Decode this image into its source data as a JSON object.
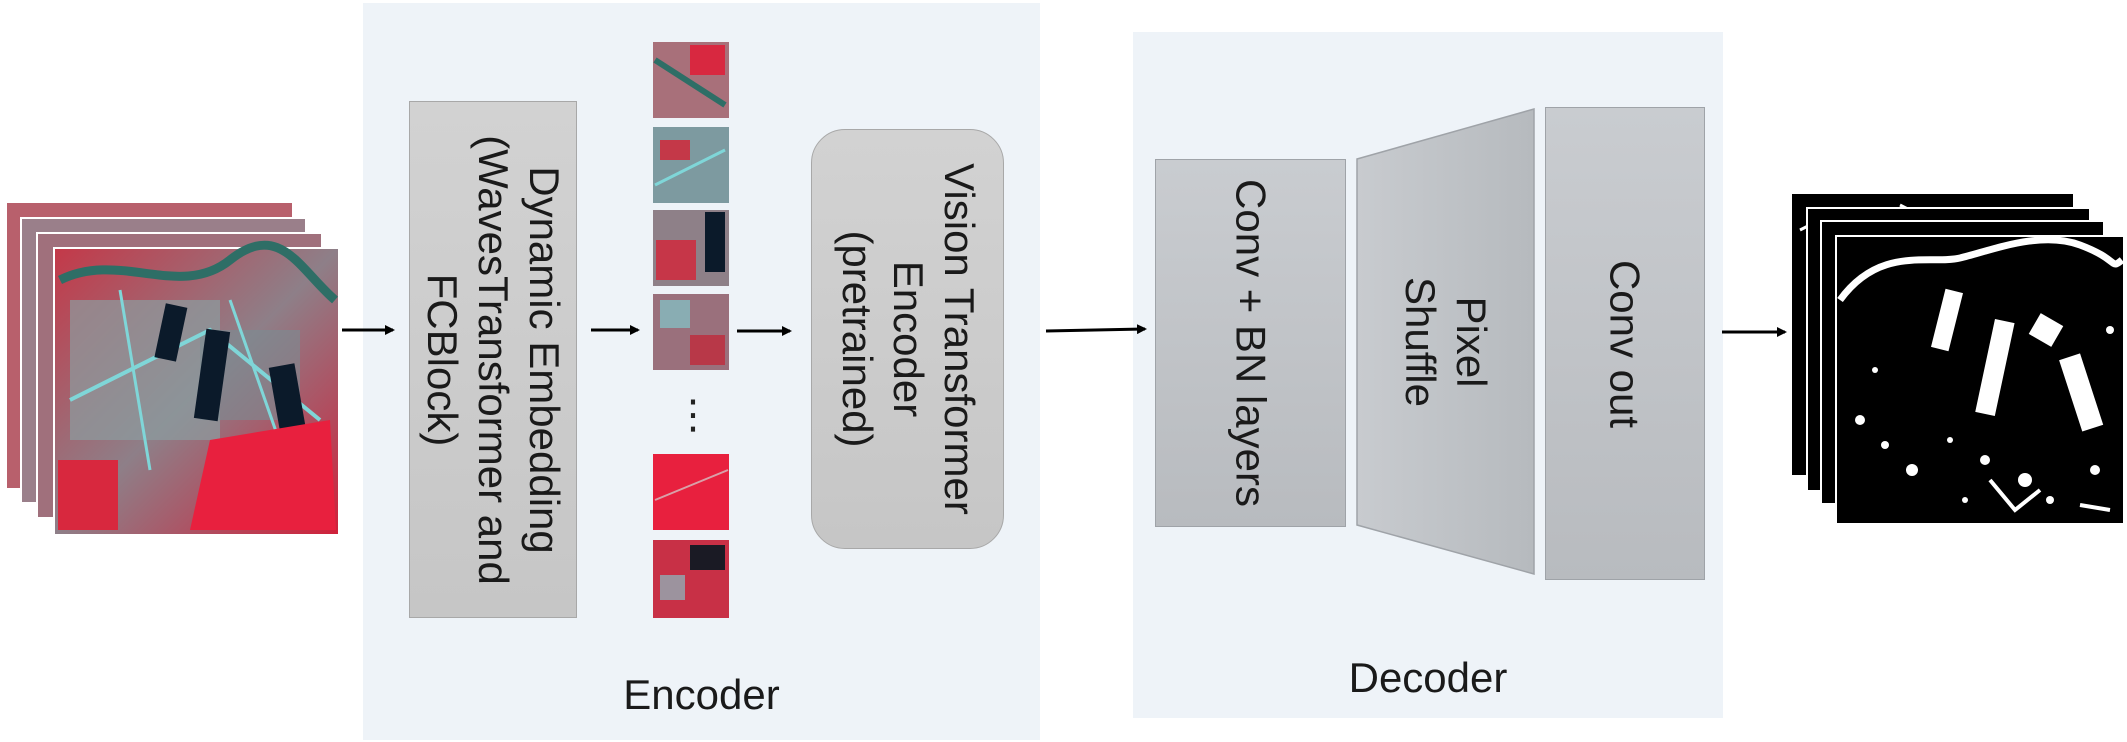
{
  "encoder": {
    "label": "Encoder",
    "embedding_lines": [
      "Dynamic Embedding",
      "(WavesTransformer and",
      "FCBlock)"
    ],
    "vit_lines": [
      "Vision Transformer",
      "Encoder",
      "(pretrained)"
    ],
    "ellipsis": "⋮"
  },
  "decoder": {
    "label": "Decoder",
    "conv_bn_lines": [
      "Conv + BN layers"
    ],
    "pixel_shuffle_lines": [
      "Pixel",
      "Shuffle"
    ],
    "conv_out_lines": [
      "Conv out"
    ]
  },
  "colors": {
    "panel": "#eef3f8",
    "satellite_red": "#e0203c",
    "satellite_cyan": "#7fd6d8",
    "mask_white": "#ffffff",
    "mask_black": "#000000"
  }
}
